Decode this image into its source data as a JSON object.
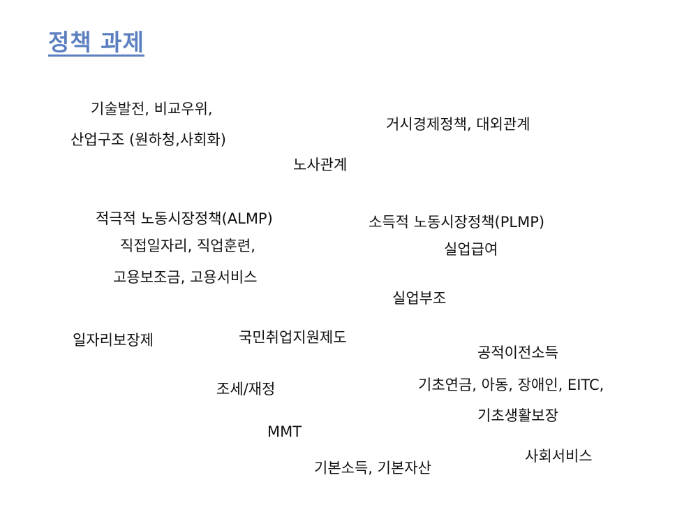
{
  "title": "정책 과제",
  "items": [
    "기술발전, 비교우위,",
    "산업구조 (원하청,사회화)",
    "거시경제정책, 대외관계",
    "노사관계",
    "적극적 노동시장정책(ALMP)",
    "소득적 노동시장정책(PLMP)",
    "직접일자리, 직업훈련,",
    "실업급여",
    "고용보조금, 고용서비스",
    "실업부조",
    "일자리보장제",
    "국민취업지원제도",
    "공적이전소득",
    "조세/재정",
    "기초연금, 아동, 장애인, EITC,",
    "기초생활보장",
    "MMT",
    "사회서비스",
    "기본소득, 기본자산"
  ]
}
